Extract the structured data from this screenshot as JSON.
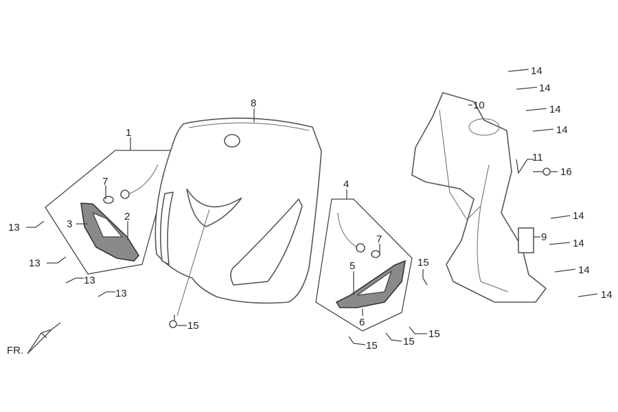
{
  "diagram": {
    "title": "Front cover parts exploded view",
    "front_marker": "FR.",
    "callouts": {
      "left_indicator_assy": "1",
      "left_lens": "2",
      "left_lamp_body": "3",
      "right_indicator_assy": "4",
      "right_lens": "5",
      "right_lamp_body": "6",
      "bulb_left": "7",
      "bulb_right": "7",
      "front_cover": "8",
      "sticker": "9",
      "inner_cover": "10",
      "clip": "11",
      "screw_13_a": "13",
      "screw_13_b": "13",
      "screw_13_c": "13",
      "screw_13_d": "13",
      "screw_14_a": "14",
      "screw_14_b": "14",
      "screw_14_c": "14",
      "screw_14_d": "14",
      "screw_14_e": "14",
      "screw_14_f": "14",
      "screw_14_g": "14",
      "screw_14_h": "14",
      "screw_15_a": "15",
      "screw_15_b": "15",
      "screw_15_c": "15",
      "screw_15_d": "15",
      "screw_15_e": "15",
      "bolt_16": "16"
    }
  }
}
